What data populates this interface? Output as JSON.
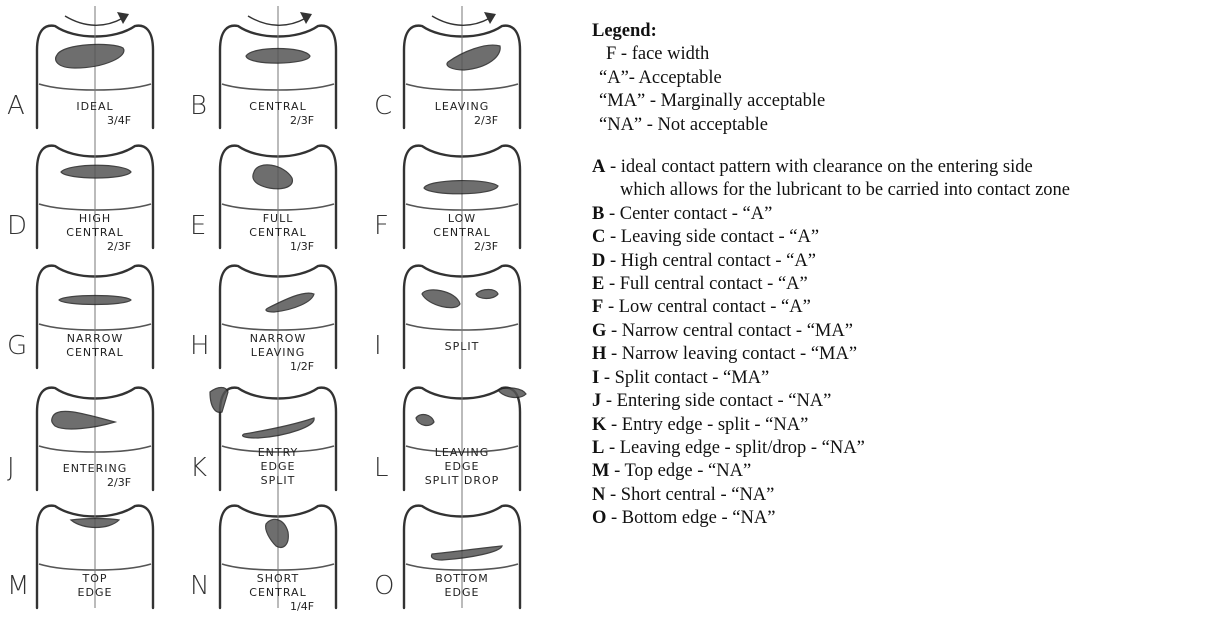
{
  "diagrams": [
    {
      "letter": "A",
      "lines": [
        "IDEAL"
      ],
      "frac": "3/4F"
    },
    {
      "letter": "B",
      "lines": [
        "CENTRAL"
      ],
      "frac": "2/3F"
    },
    {
      "letter": "C",
      "lines": [
        "LEAVING"
      ],
      "frac": "2/3F"
    },
    {
      "letter": "D",
      "lines": [
        "HIGH",
        "CENTRAL"
      ],
      "frac": "2/3F"
    },
    {
      "letter": "E",
      "lines": [
        "FULL",
        "CENTRAL"
      ],
      "frac": "1/3F"
    },
    {
      "letter": "F",
      "lines": [
        "LOW",
        "CENTRAL"
      ],
      "frac": "2/3F"
    },
    {
      "letter": "G",
      "lines": [
        "NARROW",
        "CENTRAL"
      ],
      "frac": ""
    },
    {
      "letter": "H",
      "lines": [
        "NARROW",
        "LEAVING"
      ],
      "frac": "1/2F"
    },
    {
      "letter": "I",
      "lines": [
        "SPLIT"
      ],
      "frac": ""
    },
    {
      "letter": "J",
      "lines": [
        "ENTERING"
      ],
      "frac": "2/3F"
    },
    {
      "letter": "K",
      "lines": [
        "ENTRY",
        "EDGE",
        "SPLIT"
      ],
      "frac": ""
    },
    {
      "letter": "L",
      "lines": [
        "LEAVING",
        "EDGE",
        "SPLIT DROP"
      ],
      "frac": ""
    },
    {
      "letter": "M",
      "lines": [
        "TOP",
        "EDGE"
      ],
      "frac": ""
    },
    {
      "letter": "N",
      "lines": [
        "SHORT",
        "CENTRAL"
      ],
      "frac": "1/4F"
    },
    {
      "letter": "O",
      "lines": [
        "BOTTOM",
        "EDGE"
      ],
      "frac": ""
    }
  ],
  "legend": {
    "title": "Legend:",
    "f_line": "F - face width",
    "ratings": [
      "“A”- Acceptable",
      "“MA” - Marginally acceptable",
      "“NA” - Not acceptable"
    ],
    "entries": [
      {
        "key": "A",
        "text": " - ideal contact pattern with clearance on the entering side"
      },
      {
        "key": "B",
        "text": " - Center contact - “A”"
      },
      {
        "key": "C",
        "text": " - Leaving side contact - “A”"
      },
      {
        "key": "D",
        "text": " - High central contact - “A”"
      },
      {
        "key": "E",
        "text": " - Full central contact - “A”"
      },
      {
        "key": "F",
        "text": " - Low central contact - “A”"
      },
      {
        "key": "G",
        "text": " - Narrow central contact - “MA”"
      },
      {
        "key": "H",
        "text": " - Narrow leaving contact - “MA”"
      },
      {
        "key": "I",
        "text": " - Split contact - “MA”"
      },
      {
        "key": "J",
        "text": " - Entering side contact - “NA”"
      },
      {
        "key": "K",
        "text": " - Entry edge - split - “NA”"
      },
      {
        "key": "L",
        "text": " - Leaving edge - split/drop - “NA”"
      },
      {
        "key": "M",
        "text": " - Top edge - “NA”"
      },
      {
        "key": "N",
        "text": " - Short central - “NA”"
      },
      {
        "key": "O",
        "text": " - Bottom edge - “NA”"
      }
    ],
    "entry_a_continuation": "which allows for the lubricant to be carried into contact zone"
  }
}
